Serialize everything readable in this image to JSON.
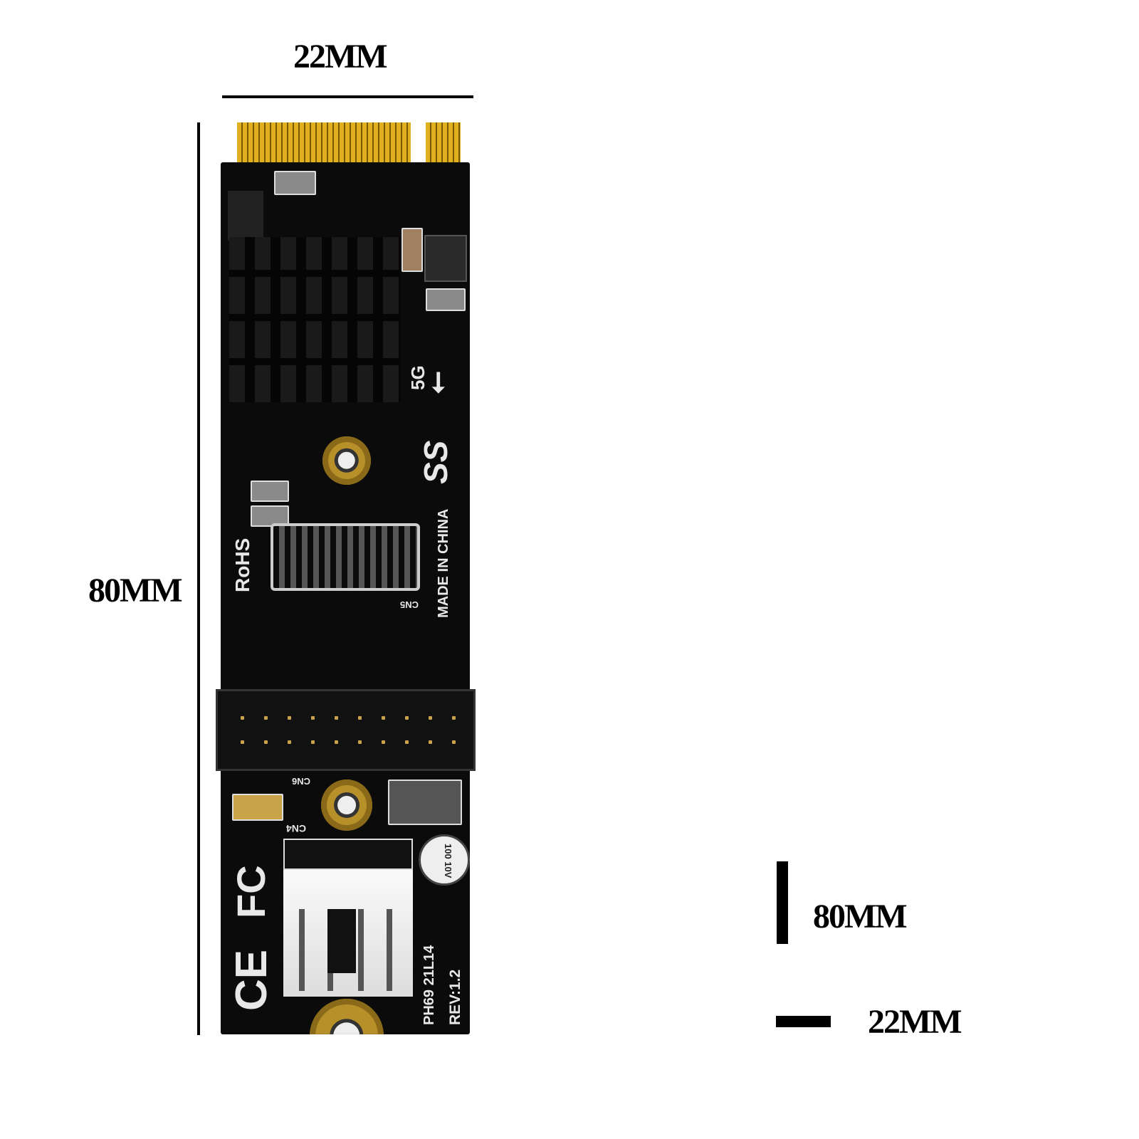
{
  "dimensions": {
    "top_width_label": "22MM",
    "side_length_label": "80MM",
    "legend_length_label": "80MM",
    "legend_width_label": "22MM"
  },
  "board_silkscreen": {
    "rohs": "RoHS",
    "made_in": "MADE IN CHINA",
    "model": "PH69  21L14",
    "revision": "REV:1.2",
    "speed": "5G",
    "superspeed_logo": "SS",
    "fcc_logo": "FC",
    "ce_logo": "CE",
    "connector_cn5": "CN5",
    "connector_cn4": "CN4",
    "connector_cn6": "CN6",
    "capacitor_marking": "100 10V"
  },
  "colors": {
    "board": "#0b0b0b",
    "gold": "#e0b020",
    "ink": "#000000"
  }
}
